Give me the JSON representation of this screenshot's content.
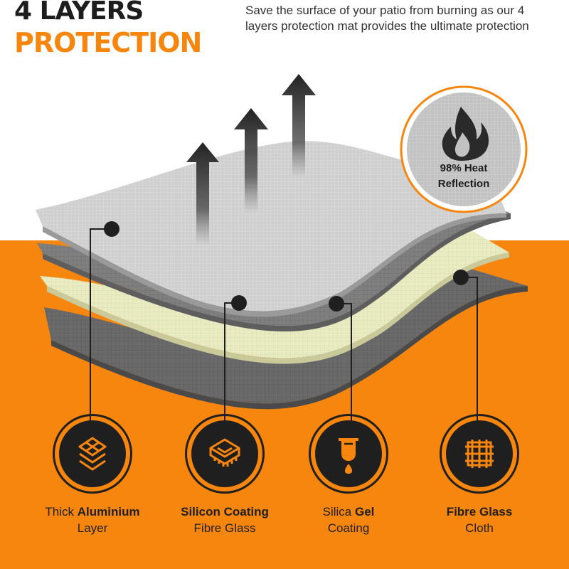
{
  "headline": {
    "line1": "4 LAYERS",
    "line2": "PROTECTION"
  },
  "tagline": "Save the surface of your patio from burning as our 4 layers protection mat provides the ultimate protection",
  "badge": {
    "icon": "flame-icon",
    "line1": "98% Heat",
    "line2": "Reflection"
  },
  "features": [
    {
      "icon": "grid-layers-icon",
      "pre": "Thick ",
      "bold": "Aluminium",
      "post": "",
      "line2": "Layer"
    },
    {
      "icon": "coated-sheet-icon",
      "pre": "",
      "bold": "Silicon Coating",
      "post": "",
      "line2": "Fibre Glass"
    },
    {
      "icon": "gel-bucket-drop-icon",
      "pre": "Silica ",
      "bold": "Gel",
      "post": "",
      "line2": "Coating"
    },
    {
      "icon": "woven-mesh-icon",
      "pre": "",
      "bold": "Fibre Glass",
      "post": "",
      "line2": "Cloth"
    }
  ],
  "colors": {
    "accent": "#f7860f",
    "dark": "#1f1f1f",
    "aluminium": "#cfcfcf",
    "silicon": "#7f7f7f",
    "gel": "#e9ebc0",
    "fibre": "#6a6a6a"
  }
}
